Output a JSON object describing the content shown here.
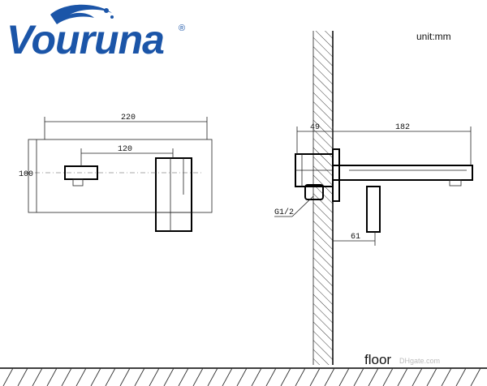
{
  "brand": {
    "name": "Vouruna",
    "registered_mark": "®",
    "primary_color": "#1b55a8"
  },
  "drawing": {
    "unit_label": "unit:mm",
    "front_view": {
      "overall_width": "220",
      "spout_center_distance": "120",
      "plate_height": "100"
    },
    "side_view": {
      "wall_depth": "49",
      "spout_length": "182",
      "handle_offset": "61",
      "thread_label": "G1/2"
    },
    "floor_label": "floor",
    "watermark": "DHgate.com"
  }
}
